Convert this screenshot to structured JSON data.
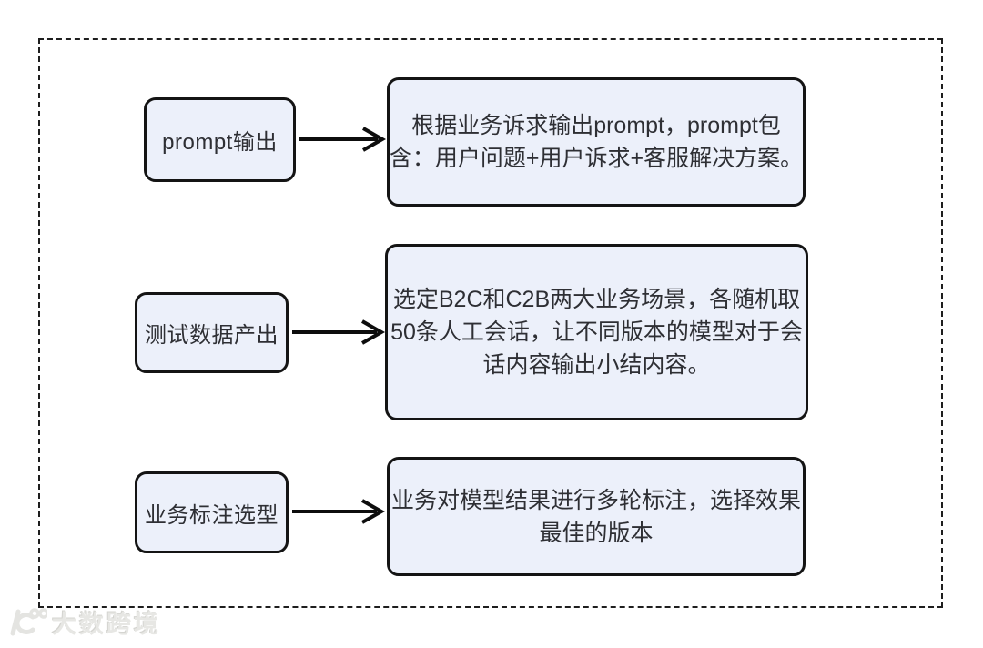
{
  "palette": {
    "page_bg": "#ffffff",
    "frame_border": "#1e1e1e",
    "box_fill": "#ecf0fa",
    "box_border": "#141414",
    "text_color": "#2e2f34",
    "arrow_color": "#0d0d0d",
    "watermark_color": "#e7e7e4"
  },
  "flowchart": {
    "rows": [
      {
        "label": "prompt输出",
        "description": "根据业务诉求输出prompt，prompt包含：用户问题+用户诉求+客服解决方案。",
        "description_lines": [
          "根据业务诉求输出prompt，prompt包",
          "含：用户问题+用户诉求+客服解决方案。"
        ]
      },
      {
        "label": "测试数据产出",
        "description": "选定B2C和C2B两大业务场景，各随机取50条人工会话，让不同版本的模型对于会话内容输出小结内容。",
        "description_lines": [
          "选定B2C和C2B两大业务场景，各随机取",
          "50条人工会话，让不同版本的模型对于会",
          "话内容输出小结内容。"
        ]
      },
      {
        "label": "业务标注选型",
        "description": "业务对模型结果进行多轮标注，选择效果最佳的版本",
        "description_lines": [
          "业务对模型结果进行多轮标注，选择效果",
          "最佳的版本"
        ]
      }
    ]
  },
  "watermark": {
    "brand": "大数跨境",
    "icon": "brand-logo-icon"
  }
}
